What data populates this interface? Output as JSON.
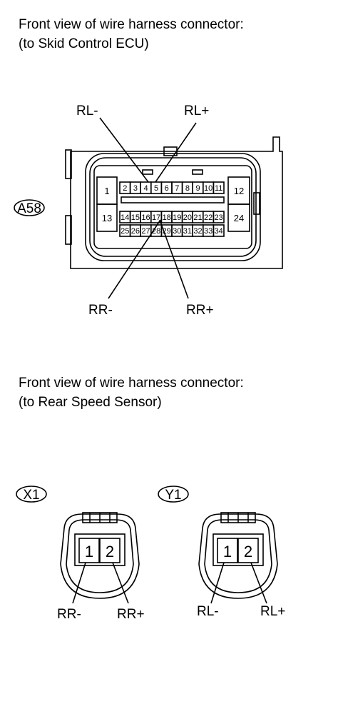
{
  "headings": {
    "ecu_line1": "Front view of wire harness connector:",
    "ecu_line2": "(to Skid Control ECU)",
    "sensor_line1": "Front view of wire harness connector:",
    "sensor_line2": "(to Rear Speed Sensor)"
  },
  "ecu_connector": {
    "tag": "A58",
    "pins_top": [
      "2",
      "3",
      "4",
      "5",
      "6",
      "7",
      "8",
      "9",
      "10",
      "11"
    ],
    "pins_mid": [
      "14",
      "15",
      "16",
      "17",
      "18",
      "19",
      "20",
      "21",
      "22",
      "23"
    ],
    "pins_bot": [
      "25",
      "26",
      "27",
      "28",
      "29",
      "30",
      "31",
      "32",
      "33",
      "34"
    ],
    "pin_1": "1",
    "pin_12": "12",
    "pin_13": "13",
    "pin_24": "24",
    "labels": {
      "rl_minus": "RL-",
      "rl_plus": "RL+",
      "rr_minus": "RR-",
      "rr_plus": "RR+"
    }
  },
  "sensor_x1": {
    "tag": "X1",
    "pins": [
      "1",
      "2"
    ],
    "labels": {
      "left": "RR-",
      "right": "RR+"
    }
  },
  "sensor_y1": {
    "tag": "Y1",
    "pins": [
      "1",
      "2"
    ],
    "labels": {
      "left": "RL-",
      "right": "RL+"
    }
  }
}
